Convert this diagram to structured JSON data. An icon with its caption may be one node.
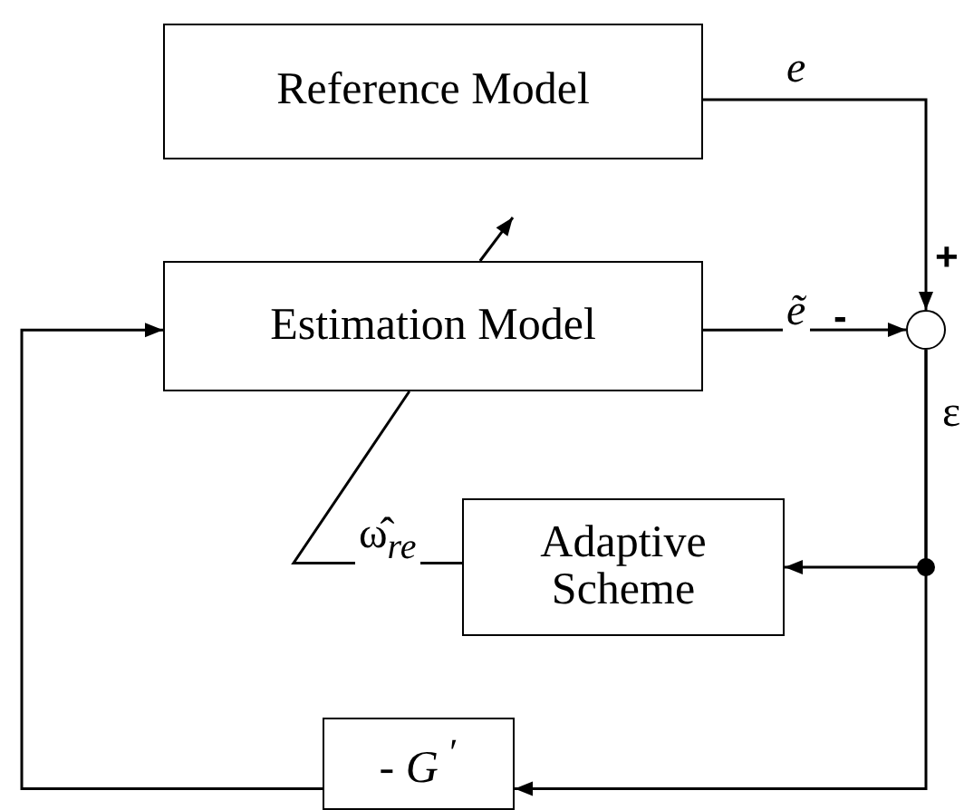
{
  "diagram": {
    "nodes": [
      {
        "text": [
          "Reference Model"
        ]
      },
      {
        "text": [
          "Estimation Model"
        ]
      },
      {
        "text": [],
        "shape": "circle"
      },
      {
        "text": [
          "Adaptive Scheme"
        ]
      },
      {
        "text": [
          "- *G* $^{′}$"
        ]
      }
    ],
    "edges": [
      {
        "from": 0,
        "to": 2,
        "arrow": "to",
        "label": "e"
      },
      {
        "from": 1,
        "to": 2,
        "arrow": "to",
        "label": "ẽ"
      },
      {
        "from": 2,
        "to": 3,
        "arrow": "to",
        "label": "ε"
      },
      {
        "from": 2,
        "to": 4,
        "arrow": "to"
      },
      {
        "from": 4,
        "to": 1,
        "arrow": "to"
      },
      {
        "from": 3,
        "to": 1,
        "arrow": "none",
        "label": "ω̂$_{re}$"
      },
      {
        "from": 1,
        "to": null,
        "arrow": "to"
      }
    ],
    "labels": [
      "+",
      "-"
    ]
  }
}
